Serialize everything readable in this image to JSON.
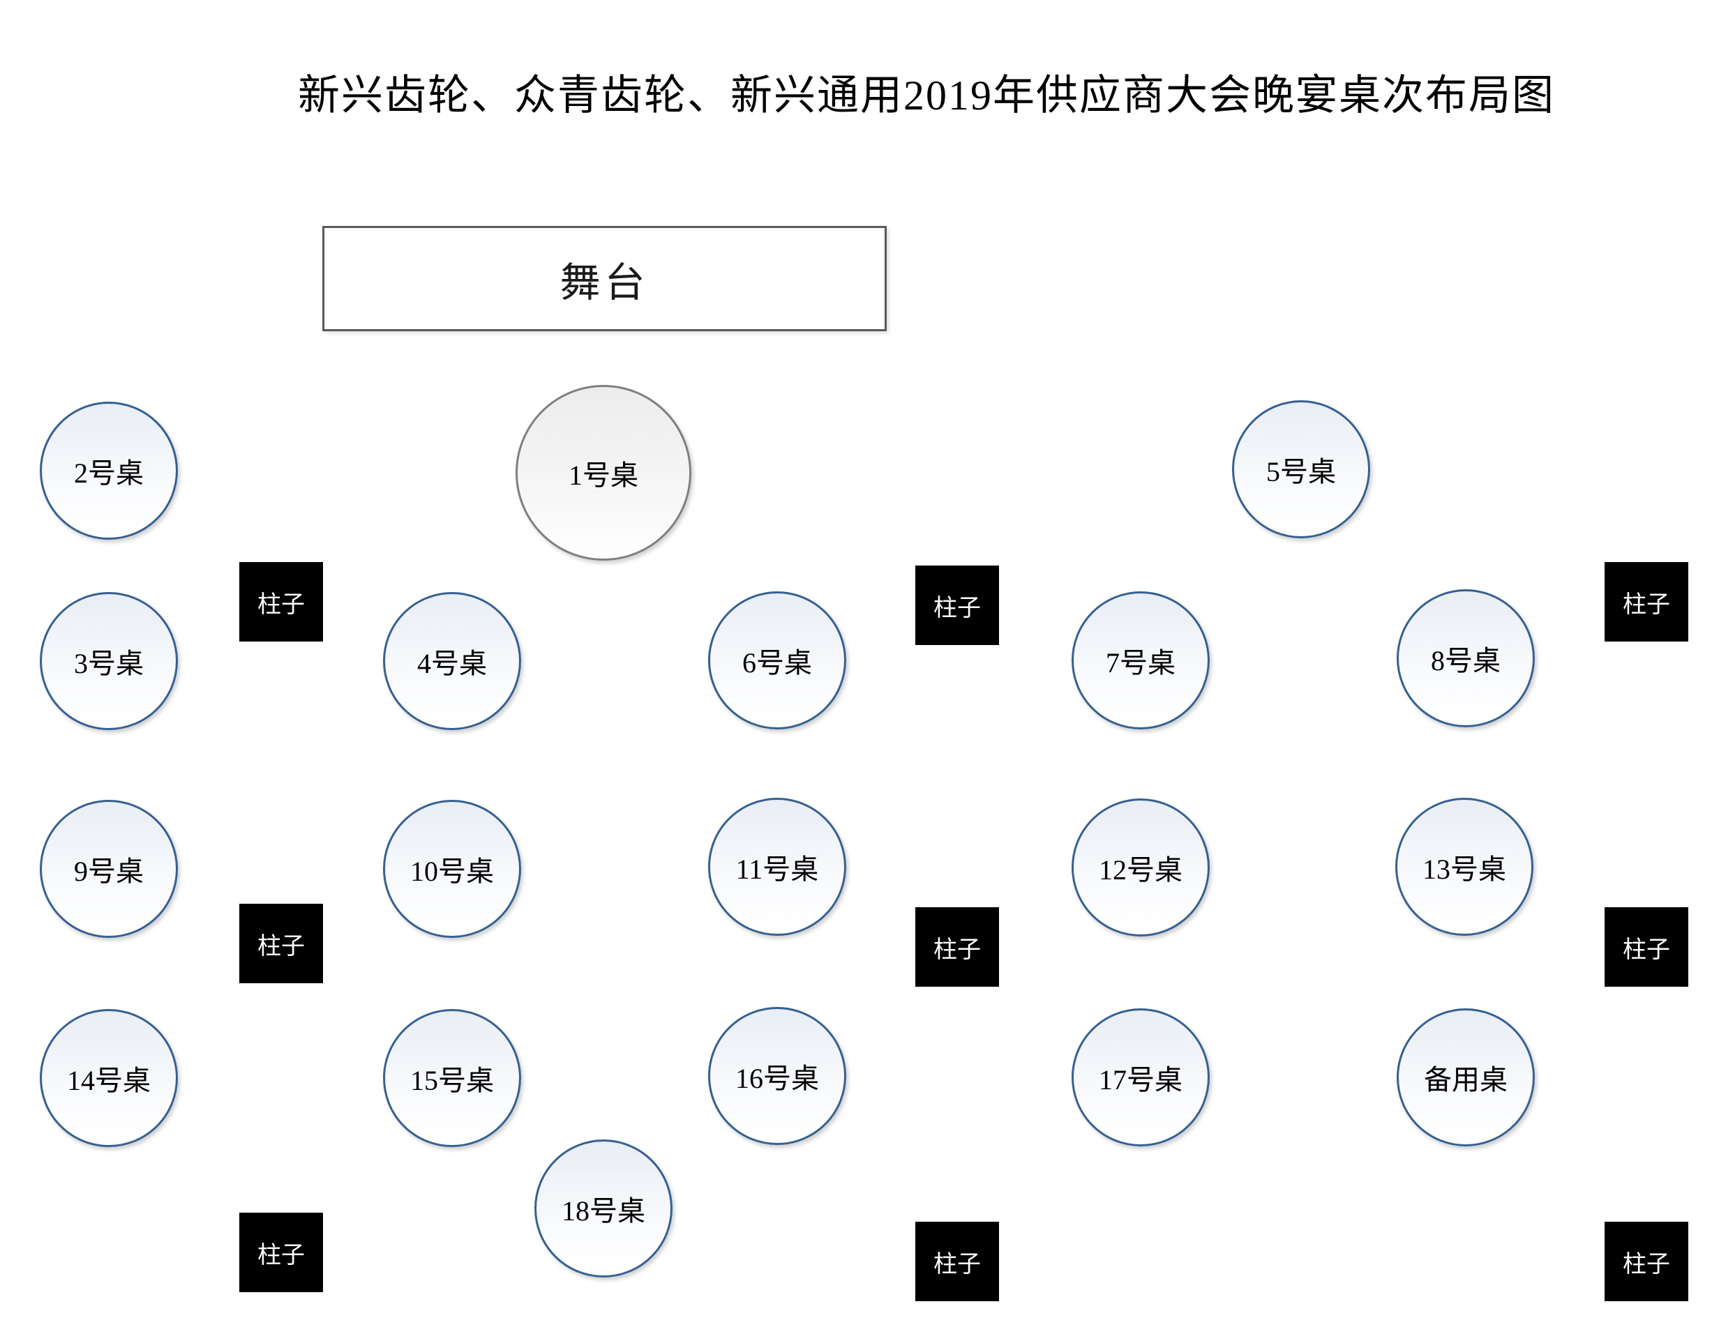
{
  "title": "新兴齿轮、众青齿轮、新兴通用2019年供应商大会晚宴桌次布局图",
  "stage": {
    "label": "舞台"
  },
  "pillar_label": "柱子",
  "colors": {
    "table_border": "#366092",
    "table_fill": "#e9eef5",
    "head_table_border": "#7f7f7f",
    "head_table_fill": "#ececec",
    "pillar_fill": "#000000",
    "pillar_text": "#ffffff",
    "stage_border": "#595959",
    "text": "#000000",
    "background": "#ffffff"
  },
  "tables": [
    {
      "label": "1号桌"
    },
    {
      "label": "2号桌"
    },
    {
      "label": "3号桌"
    },
    {
      "label": "4号桌"
    },
    {
      "label": "5号桌"
    },
    {
      "label": "6号桌"
    },
    {
      "label": "7号桌"
    },
    {
      "label": "8号桌"
    },
    {
      "label": "9号桌"
    },
    {
      "label": "10号桌"
    },
    {
      "label": "11号桌"
    },
    {
      "label": "12号桌"
    },
    {
      "label": "13号桌"
    },
    {
      "label": "14号桌"
    },
    {
      "label": "15号桌"
    },
    {
      "label": "16号桌"
    },
    {
      "label": "17号桌"
    },
    {
      "label": "18号桌"
    },
    {
      "label": "备用桌"
    }
  ]
}
